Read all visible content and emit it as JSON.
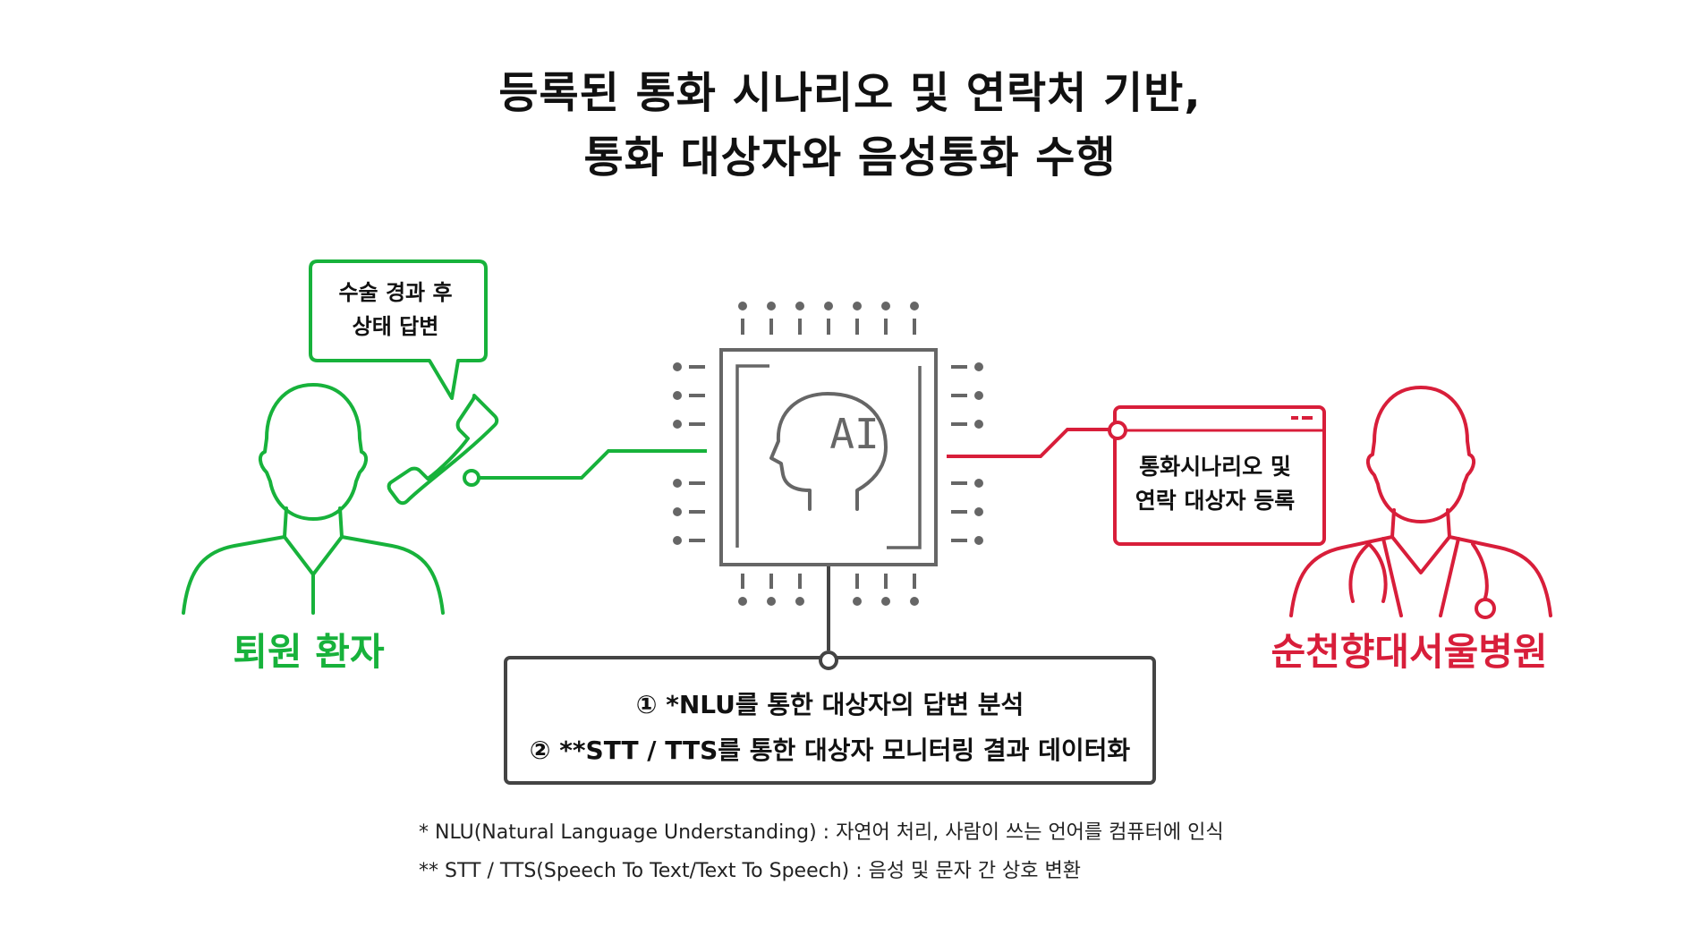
{
  "title": {
    "line1": "등록된 통화 시나리오 및 연락처 기반,",
    "line2": "통화 대상자와 음성통화 수행"
  },
  "bubble": {
    "line1": "수술 경과 후",
    "line2": "상태 답변"
  },
  "patient": {
    "label": "퇴원 환자",
    "icon": "patient-person-icon",
    "color": "#17b23b"
  },
  "hospital": {
    "label": "순천향대서울병원",
    "icon": "doctor-person-icon",
    "color": "#d81e3a"
  },
  "registration": {
    "line1": "통화시나리오 및",
    "line2": "연락 대상자 등록"
  },
  "ai_chip": {
    "label": "AI",
    "icon": "ai-head-chip-icon"
  },
  "functions": {
    "line1": "① *NLU를 통한 대상자의 답변 분석",
    "line2": "② **STT / TTS를 통한 대상자 모니터링 결과 데이터화"
  },
  "footnotes": {
    "nlu": "* NLU(Natural Language Understanding) : 자연어 처리, 사람이 쓰는 언어를 컴퓨터에 인식",
    "stt_tts": "** STT / TTS(Speech To Text/Text To Speech) : 음성 및 문자 간 상호 변환"
  }
}
